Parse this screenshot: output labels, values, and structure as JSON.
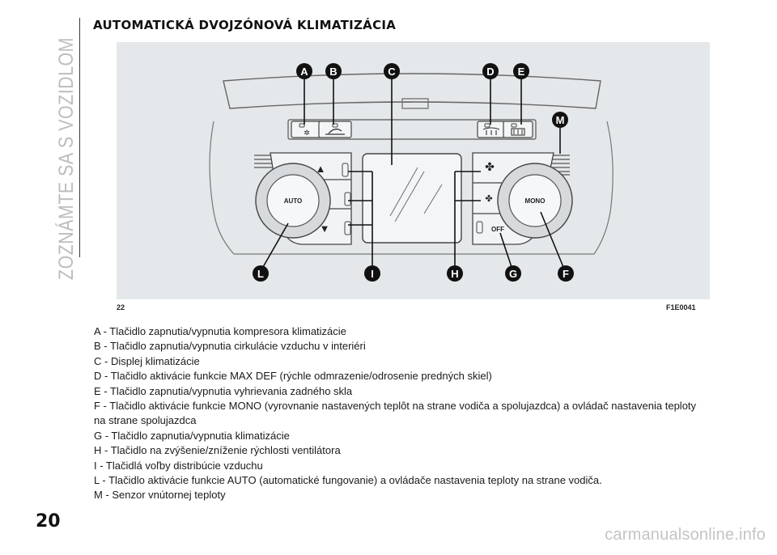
{
  "sidebar_title": "ZOZNÁMTE SA S VOZIDLOM",
  "heading": "AUTOMATICKÁ DVOJZÓNOVÁ KLIMATIZÁCIA",
  "figure": {
    "number": "22",
    "code": "F1E0041",
    "callouts": [
      "A",
      "B",
      "C",
      "D",
      "E",
      "M",
      "L",
      "I",
      "H",
      "G",
      "F"
    ],
    "knob_left_label": "AUTO",
    "knob_right_label": "MONO",
    "off_label": "OFF"
  },
  "legend": [
    "A - Tlačidlo zapnutia/vypnutia kompresora klimatizácie",
    "B - Tlačidlo zapnutia/vypnutia cirkulácie vzduchu v interiéri",
    "C - Displej klimatizácie",
    "D - Tlačidlo aktivácie funkcie MAX DEF (rýchle odmrazenie/odrosenie predných skiel)",
    "E - Tlačidlo zapnutia/vypnutia vyhrievania zadného skla",
    "F - Tlačidlo aktivácie funkcie MONO (vyrovnanie nastavených teplôt na strane vodiča a spolujazdca) a ovládač nastavenia teploty na strane spolujazdca",
    "G - Tlačidlo zapnutia/vypnutia klimatizácie",
    "H - Tlačidlo na zvýšenie/zníženie rýchlosti ventilátora",
    "I - Tlačidlá voľby distribúcie vzduchu",
    "L - Tlačidlo aktivácie funkcie AUTO (automatické fungovanie) a ovládače nastavenia teploty na strane vodiča.",
    "M - Senzor vnútornej teploty"
  ],
  "page_number": "20",
  "watermark": "carmanualsonline.info"
}
